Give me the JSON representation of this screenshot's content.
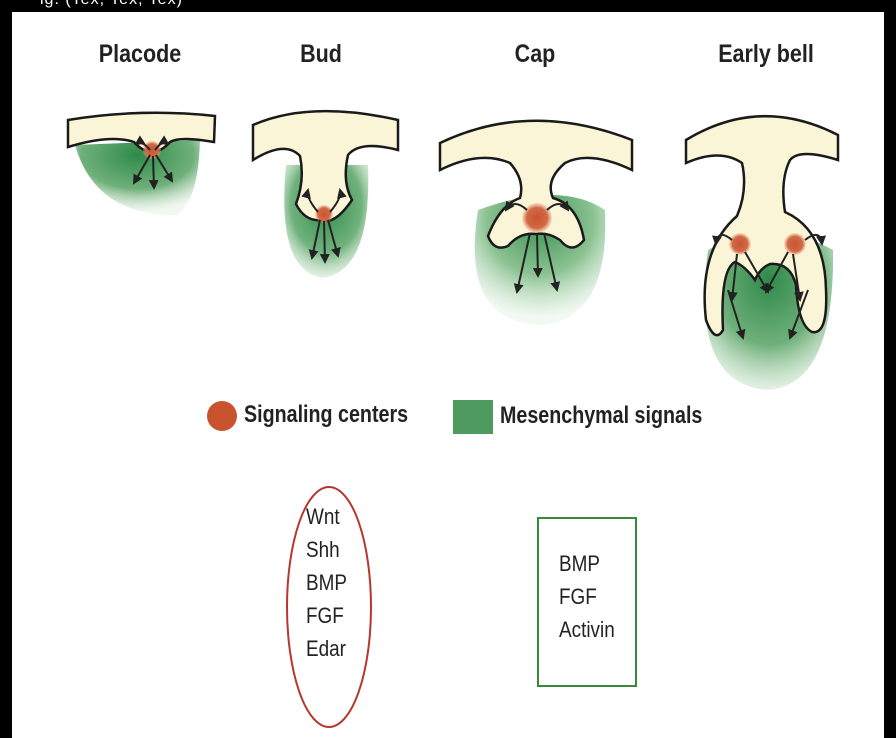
{
  "header_fragment": "ig. (Tex, Tex, Tex)",
  "stages": [
    "Placode",
    "Bud",
    "Cap",
    "Early bell"
  ],
  "legend": {
    "signaling_label": "Signaling centers",
    "mesenchymal_label": "Mesenchymal signals"
  },
  "epithelial_signals": [
    "Wnt",
    "Shh",
    "BMP",
    "FGF",
    "Edar"
  ],
  "mesenchymal_signals_list": [
    "BMP",
    "FGF",
    "Activin"
  ],
  "colors": {
    "epithelium": "#fbf5d7",
    "mesenchyme": "#4f9a5e",
    "signaling_center": "#c9532f",
    "ellipse_outline": "#b5372d",
    "box_outline": "#3a8a3c"
  }
}
